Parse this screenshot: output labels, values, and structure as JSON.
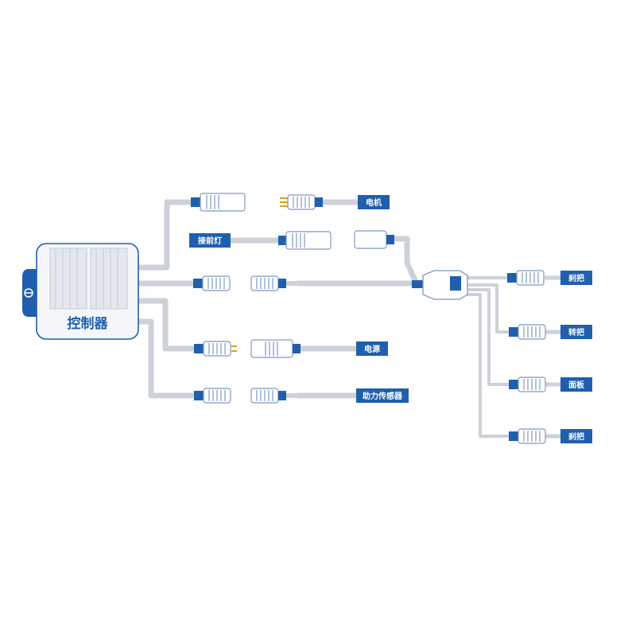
{
  "controller": {
    "label": "控制器"
  },
  "labels": {
    "motor": "电机",
    "headlight": "接前灯",
    "power": "电源",
    "assist_sensor": "助力传感器",
    "brake_1": "刹把",
    "throttle": "转把",
    "panel": "面板",
    "brake_2": "刹把"
  },
  "colors": {
    "accent": "#1f5fae",
    "cable": "#c9cdd4",
    "connector_body": "#ffffff",
    "connector_stroke": "#8fa7c8",
    "controller_fill": "#f4f6fa"
  }
}
